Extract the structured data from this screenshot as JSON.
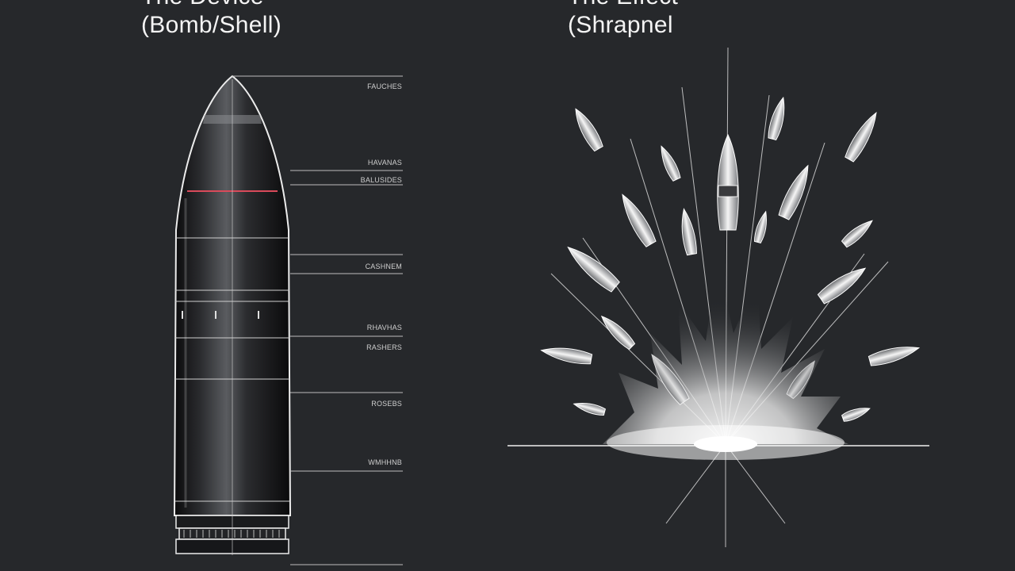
{
  "left_panel": {
    "title_line1": "The Device",
    "title_line2": "(Bomb/Shell)",
    "callouts": [
      {
        "label": "FAUCHES"
      },
      {
        "label": "HAVANAS"
      },
      {
        "label": "BALUSIDES"
      },
      {
        "label": "CASHNEM"
      },
      {
        "label": "RHAVHAS"
      },
      {
        "label": "RASHERS"
      },
      {
        "label": "ROSEBS"
      },
      {
        "label": "WMHHNB"
      }
    ]
  },
  "right_panel": {
    "title_line1": "The Effect",
    "title_line2": "(Shrapnel"
  },
  "colors": {
    "background": "#26282b",
    "shell_outline": "#e8e8e8",
    "shell_band_accent": "#d94a5a",
    "fragment": "#e6e6e6",
    "burst": "#ffffff"
  },
  "icons": [
    "artillery-shell-icon",
    "shrapnel-fragment-icon",
    "explosion-burst-icon"
  ]
}
